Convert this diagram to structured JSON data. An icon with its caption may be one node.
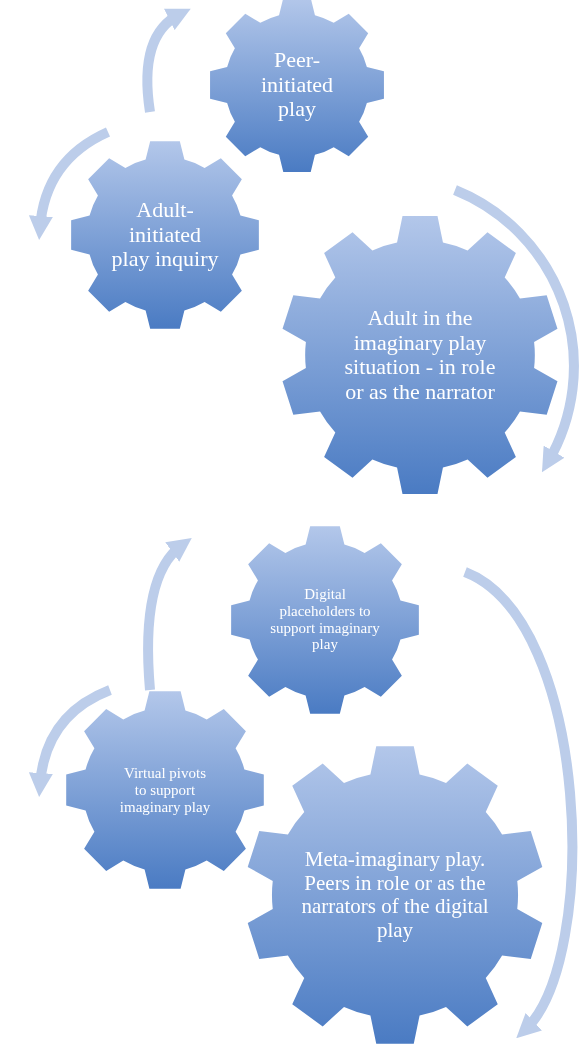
{
  "diagram": {
    "nodes": [
      {
        "text": [
          "Peer-initiated play"
        ]
      },
      {
        "text": [
          "Adult-initiated play inquiry"
        ]
      },
      {
        "text": [
          "Adult in the imaginary play situation - in role or as the narrator"
        ]
      },
      {
        "text": [
          "Digital placeholders to support imaginary play"
        ]
      },
      {
        "text": [
          "Virtual pivots to support imaginary play"
        ]
      },
      {
        "text": [
          "Meta-imaginary play. Peers in role or as the narrators of the digital play"
        ]
      }
    ]
  }
}
